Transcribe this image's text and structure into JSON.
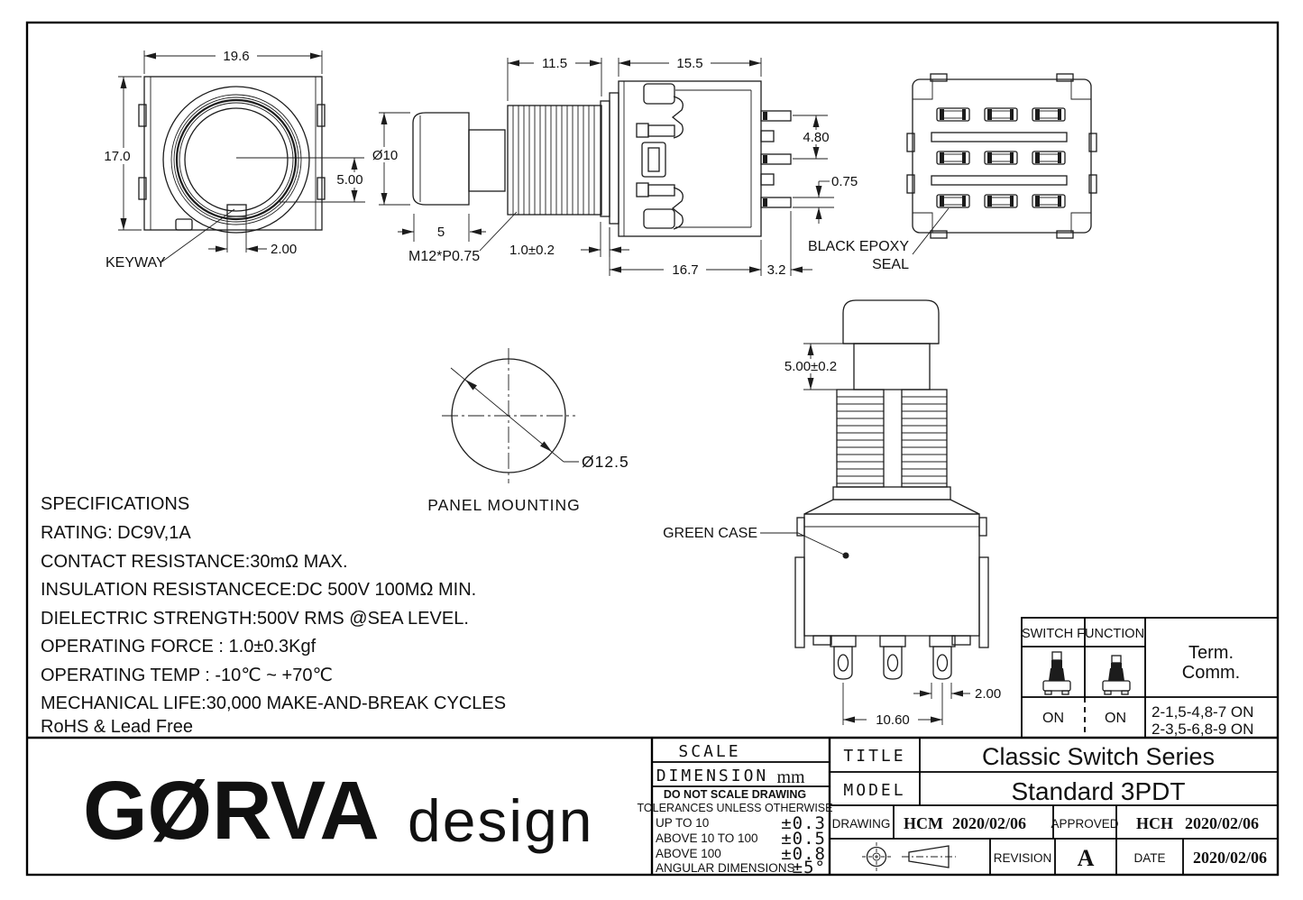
{
  "page": {
    "background": "#ffffff",
    "ink": "#1c1c1c"
  },
  "views": {
    "front": {
      "dim_width": "19.6",
      "dim_height": "17.0",
      "dim_center_offset": "5.00",
      "dim_keyway_width": "2.00",
      "keyway_label": "KEYWAY"
    },
    "side": {
      "dim_thread_length": "11.5",
      "dim_body_length": "15.5",
      "dim_button_dia": "Ø10",
      "dim_button_length": "5",
      "thread_spec": "M12*P0.75",
      "dim_bushing": "1.0±0.2",
      "dim_body_depth": "16.7",
      "dim_pin_protrusion": "3.2",
      "dim_pin_pitch": "4.80",
      "dim_pin_thickness": "0.75"
    },
    "bottom": {
      "seal_line1": "BLACK EPOXY",
      "seal_line2": "SEAL"
    },
    "panel": {
      "dim_hole_dia": "Ø12.5",
      "caption": "PANEL MOUNTING"
    },
    "assembly": {
      "dim_travel": "5.00±0.2",
      "case_label": "GREEN CASE",
      "dim_terminal_width": "2.00",
      "dim_terminal_span": "10.60"
    }
  },
  "specs": {
    "title": "SPECIFICATIONS",
    "lines": [
      "RATING: DC9V,1A",
      "CONTACT RESISTANCE:30mΩ MAX.",
      "INSULATION RESISTANCECE:DC 500V 100MΩ MIN.",
      "DIELECTRIC STRENGTH:500V RMS @SEA LEVEL.",
      "OPERATING FORCE : 1.0±0.3Kgf",
      "OPERATING TEMP : -10℃ ~ +70℃",
      "MECHANICAL LIFE:30,000 MAKE-AND-BREAK CYCLES",
      "RoHS & Lead Free"
    ]
  },
  "switch_function": {
    "header": "SWITCH FUNCTION",
    "term_line1": "Term.",
    "term_line2": "Comm.",
    "on_left": "ON",
    "on_right": "ON",
    "comm_line1": "2-1,5-4,8-7 ON",
    "comm_line2": "2-3,5-6,8-9 ON"
  },
  "title_block": {
    "scale_label": "SCALE",
    "dimension_label": "DIMENSION",
    "dimension_unit": "mm",
    "note_line1": "DO NOT SCALE DRAWING",
    "note_line2": "TOLERANCES UNLESS OTHERWISE",
    "tolerances": [
      {
        "label": "UP TO 10",
        "value": "±0.3"
      },
      {
        "label": "ABOVE 10 TO 100",
        "value": "±0.5"
      },
      {
        "label": "ABOVE 100",
        "value": "±0.8"
      },
      {
        "label": "ANGULAR DIMENSIONS",
        "value": "±5°"
      }
    ],
    "title_label": "TITLE",
    "title_value": "Classic Switch Series",
    "model_label": "MODEL",
    "model_value": "Standard 3PDT",
    "drawing_label": "DRAWING",
    "drawing_by": "HCM",
    "drawing_date": "2020/02/06",
    "approved_label": "APPROVED",
    "approved_by": "HCH",
    "approved_date": "2020/02/06",
    "revision_label": "REVISION",
    "revision_value": "A",
    "date_label": "DATE",
    "date_value": "2020/02/06"
  },
  "logo": {
    "brand": "GØRVA",
    "suffix": "design"
  }
}
